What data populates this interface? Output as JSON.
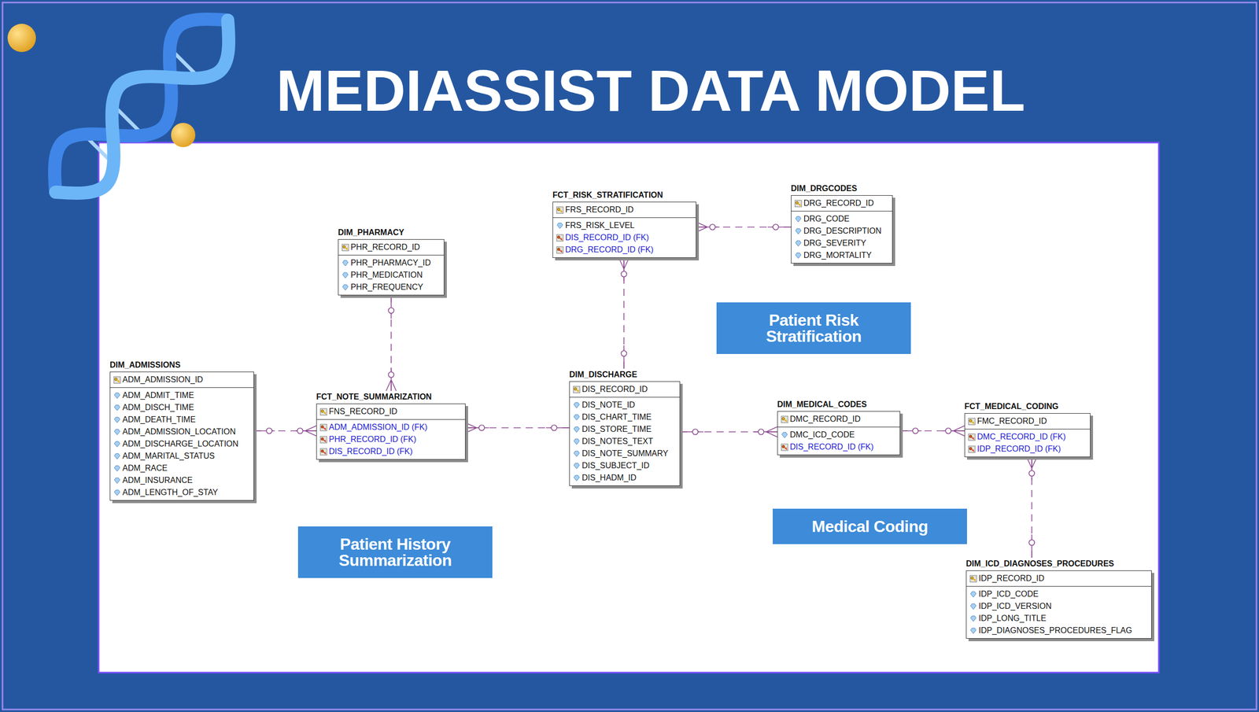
{
  "diagram": {
    "title": "MEDIASSIST DATA MODEL",
    "nodes": [
      {
        "text": [
          "FCT_RISK_STRATIFICATION",
          "FRS_RECORD_ID",
          "FRS_RISK_LEVEL",
          "DIS_RECORD_ID (FK)",
          "DRG_RECORD_ID (FK)"
        ]
      },
      {
        "text": [
          "DIM_DRGCODES",
          "DRG_RECORD_ID",
          "DRG_CODE",
          "DRG_DESCRIPTION",
          "DRG_SEVERITY",
          "DRG_MORTALITY"
        ]
      },
      {
        "text": [
          "DIM_PHARMACY",
          "PHR_RECORD_ID",
          "PHR_PHARMACY_ID",
          "PHR_MEDICATION",
          "PHR_FREQUENCY"
        ]
      },
      {
        "text": [
          "Patient Risk Stratification"
        ]
      },
      {
        "text": [
          "DIM_ADMISSIONS",
          "ADM_ADMISSION_ID",
          "ADM_ADMIT_TIME",
          "ADM_DISCH_TIME",
          "ADM_DEATH_TIME",
          "ADM_ADMISSION_LOCATION",
          "ADM_DISCHARGE_LOCATION",
          "ADM_MARITAL_STATUS",
          "ADM_RACE",
          "ADM_INSURANCE",
          "ADM_LENGTH_OF_STAY"
        ]
      },
      {
        "text": [
          "DIM_DISCHARGE",
          "DIS_RECORD_ID",
          "DIS_NOTE_ID",
          "DIS_CHART_TIME",
          "DIS_STORE_TIME",
          "DIS_NOTES_TEXT",
          "DIS_NOTE_SUMMARY",
          "DIS_SUBJECT_ID",
          "DIS_HADM_ID"
        ]
      },
      {
        "text": [
          "FCT_NOTE_SUMMARIZATION",
          "FNS_RECORD_ID",
          "ADM_ADMISSION_ID (FK)",
          "PHR_RECORD_ID (FK)",
          "DIS_RECORD_ID (FK)"
        ]
      },
      {
        "text": [
          "DIM_MEDICAL_CODES",
          "DMC_RECORD_ID",
          "DMC_ICD_CODE",
          "DIS_RECORD_ID (FK)"
        ]
      },
      {
        "text": [
          "FCT_MEDICAL_CODING",
          "FMC_RECORD_ID",
          "DMC_RECORD_ID (FK)",
          "IDP_RECORD_ID (FK)"
        ]
      },
      {
        "text": [
          "Medical Coding"
        ]
      },
      {
        "text": [
          "Patient History Summarization"
        ]
      },
      {
        "text": [
          "DIM_ICD_DIAGNOSES_PROCEDURES",
          "IDP_RECORD_ID",
          "IDP_ICD_CODE",
          "IDP_ICD_VERSION",
          "IDP_LONG_TITLE",
          "IDP_DIAGNOSES_PROCEDURES_FLAG"
        ]
      }
    ],
    "edges": [
      {
        "from": 4,
        "to": 6,
        "arrow": "to"
      },
      {
        "from": 2,
        "to": 6,
        "arrow": "to"
      },
      {
        "from": 5,
        "to": 6,
        "arrow": "to"
      },
      {
        "from": 5,
        "to": 0,
        "arrow": "to"
      },
      {
        "from": 1,
        "to": 0,
        "arrow": "to"
      },
      {
        "from": 5,
        "to": 7,
        "arrow": "to"
      },
      {
        "from": 7,
        "to": 8,
        "arrow": "to"
      },
      {
        "from": 11,
        "to": 8,
        "arrow": "to"
      }
    ]
  }
}
